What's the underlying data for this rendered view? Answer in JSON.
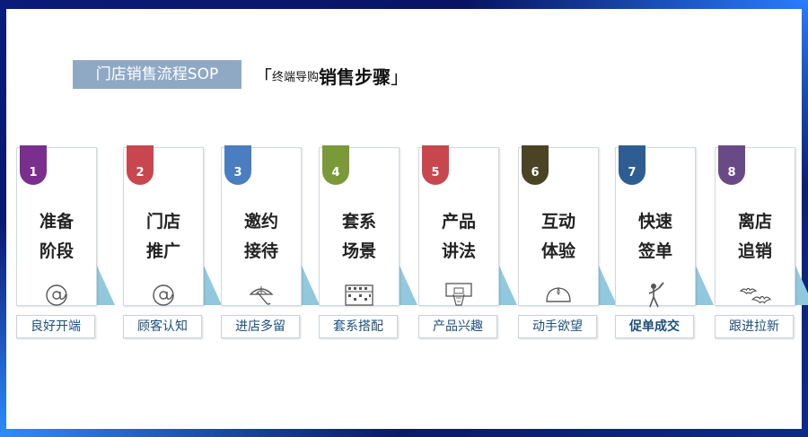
{
  "header": {
    "title": "门店销售流程SOP",
    "subtitle_open": "「",
    "subtitle_small": "终端导购",
    "subtitle_big": "销售步骤",
    "subtitle_close": "」"
  },
  "steps": [
    {
      "num": "1",
      "line1": "准备",
      "line2": "阶段",
      "footer": "良好开端",
      "color": "#7a2f8f",
      "icon": "at-icon"
    },
    {
      "num": "2",
      "line1": "门店",
      "line2": "推广",
      "footer": "顾客认知",
      "color": "#c8474e",
      "icon": "at-icon"
    },
    {
      "num": "3",
      "line1": "邀约",
      "line2": "接待",
      "footer": "进店多留",
      "color": "#4b7ec0",
      "icon": "umbrella-icon"
    },
    {
      "num": "4",
      "line1": "套系",
      "line2": "场景",
      "footer": "套系搭配",
      "color": "#7a9a3a",
      "icon": "abacus-icon"
    },
    {
      "num": "5",
      "line1": "产品",
      "line2": "讲法",
      "footer": "产品兴趣",
      "color": "#c8474e",
      "icon": "basketball-hoop-icon"
    },
    {
      "num": "6",
      "line1": "互动",
      "line2": "体验",
      "footer": "动手欲望",
      "color": "#4a4424",
      "icon": "bun-icon"
    },
    {
      "num": "7",
      "line1": "快速",
      "line2": "签单",
      "footer": "促单成交",
      "color": "#2e5d91",
      "icon": "batter-icon"
    },
    {
      "num": "8",
      "line1": "离店",
      "line2": "追销",
      "footer": "跟进拉新",
      "color": "#6a4a86",
      "icon": "bats-icon"
    }
  ]
}
